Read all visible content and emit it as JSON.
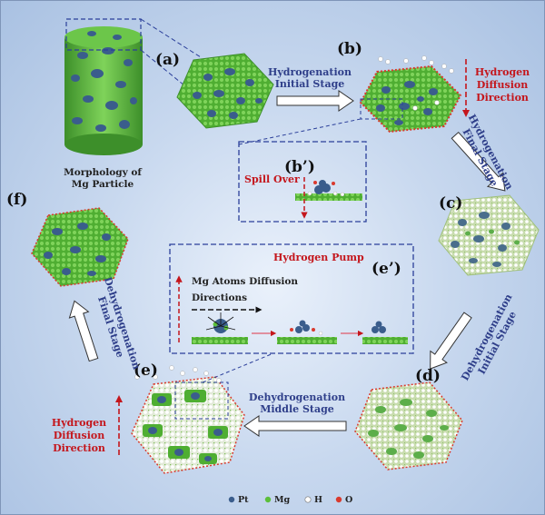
{
  "panels": {
    "a": "(a)",
    "b": "(b)",
    "b_prime": "(b’)",
    "c": "(c)",
    "d": "(d)",
    "e": "(e)",
    "e_prime": "(e’)",
    "f": "(f)"
  },
  "morphology": [
    "Morphology of",
    "Mg Particle"
  ],
  "stages": {
    "hydrogenation_initial": [
      "Hydrogenation",
      "Initial Stage"
    ],
    "hydrogenation_final": [
      "Hydrogenation",
      "Final Stage"
    ],
    "dehydrogenation_initial": [
      "Dehydrogenation",
      "Initial Stage"
    ],
    "dehydrogenation_middle": [
      "Dehydrogenation",
      "Middle Stage"
    ],
    "dehydrogenation_final": [
      "Dehydrogenation",
      "Final Stage"
    ]
  },
  "hydrogen_diffusion": [
    "Hydrogen",
    "Diffusion",
    "Direction"
  ],
  "spill_over": "Spill Over",
  "hydrogen_pump": "Hydrogen Pump",
  "mg_atoms_diffusion": [
    "Mg Atoms Diffusion",
    "Directions"
  ],
  "legend": [
    {
      "label": "Pt",
      "color": "#3a5d8c"
    },
    {
      "label": "Mg",
      "color": "#5cbf3a"
    },
    {
      "label": "H",
      "color": "#ffffff"
    },
    {
      "label": "O",
      "color": "#d93a2e"
    }
  ],
  "colors": {
    "accent_red": "#c4161c",
    "stage_blue": "#2f3f8a",
    "mg_green": "#5cbf3a",
    "pt_blue": "#3a5d8c"
  }
}
